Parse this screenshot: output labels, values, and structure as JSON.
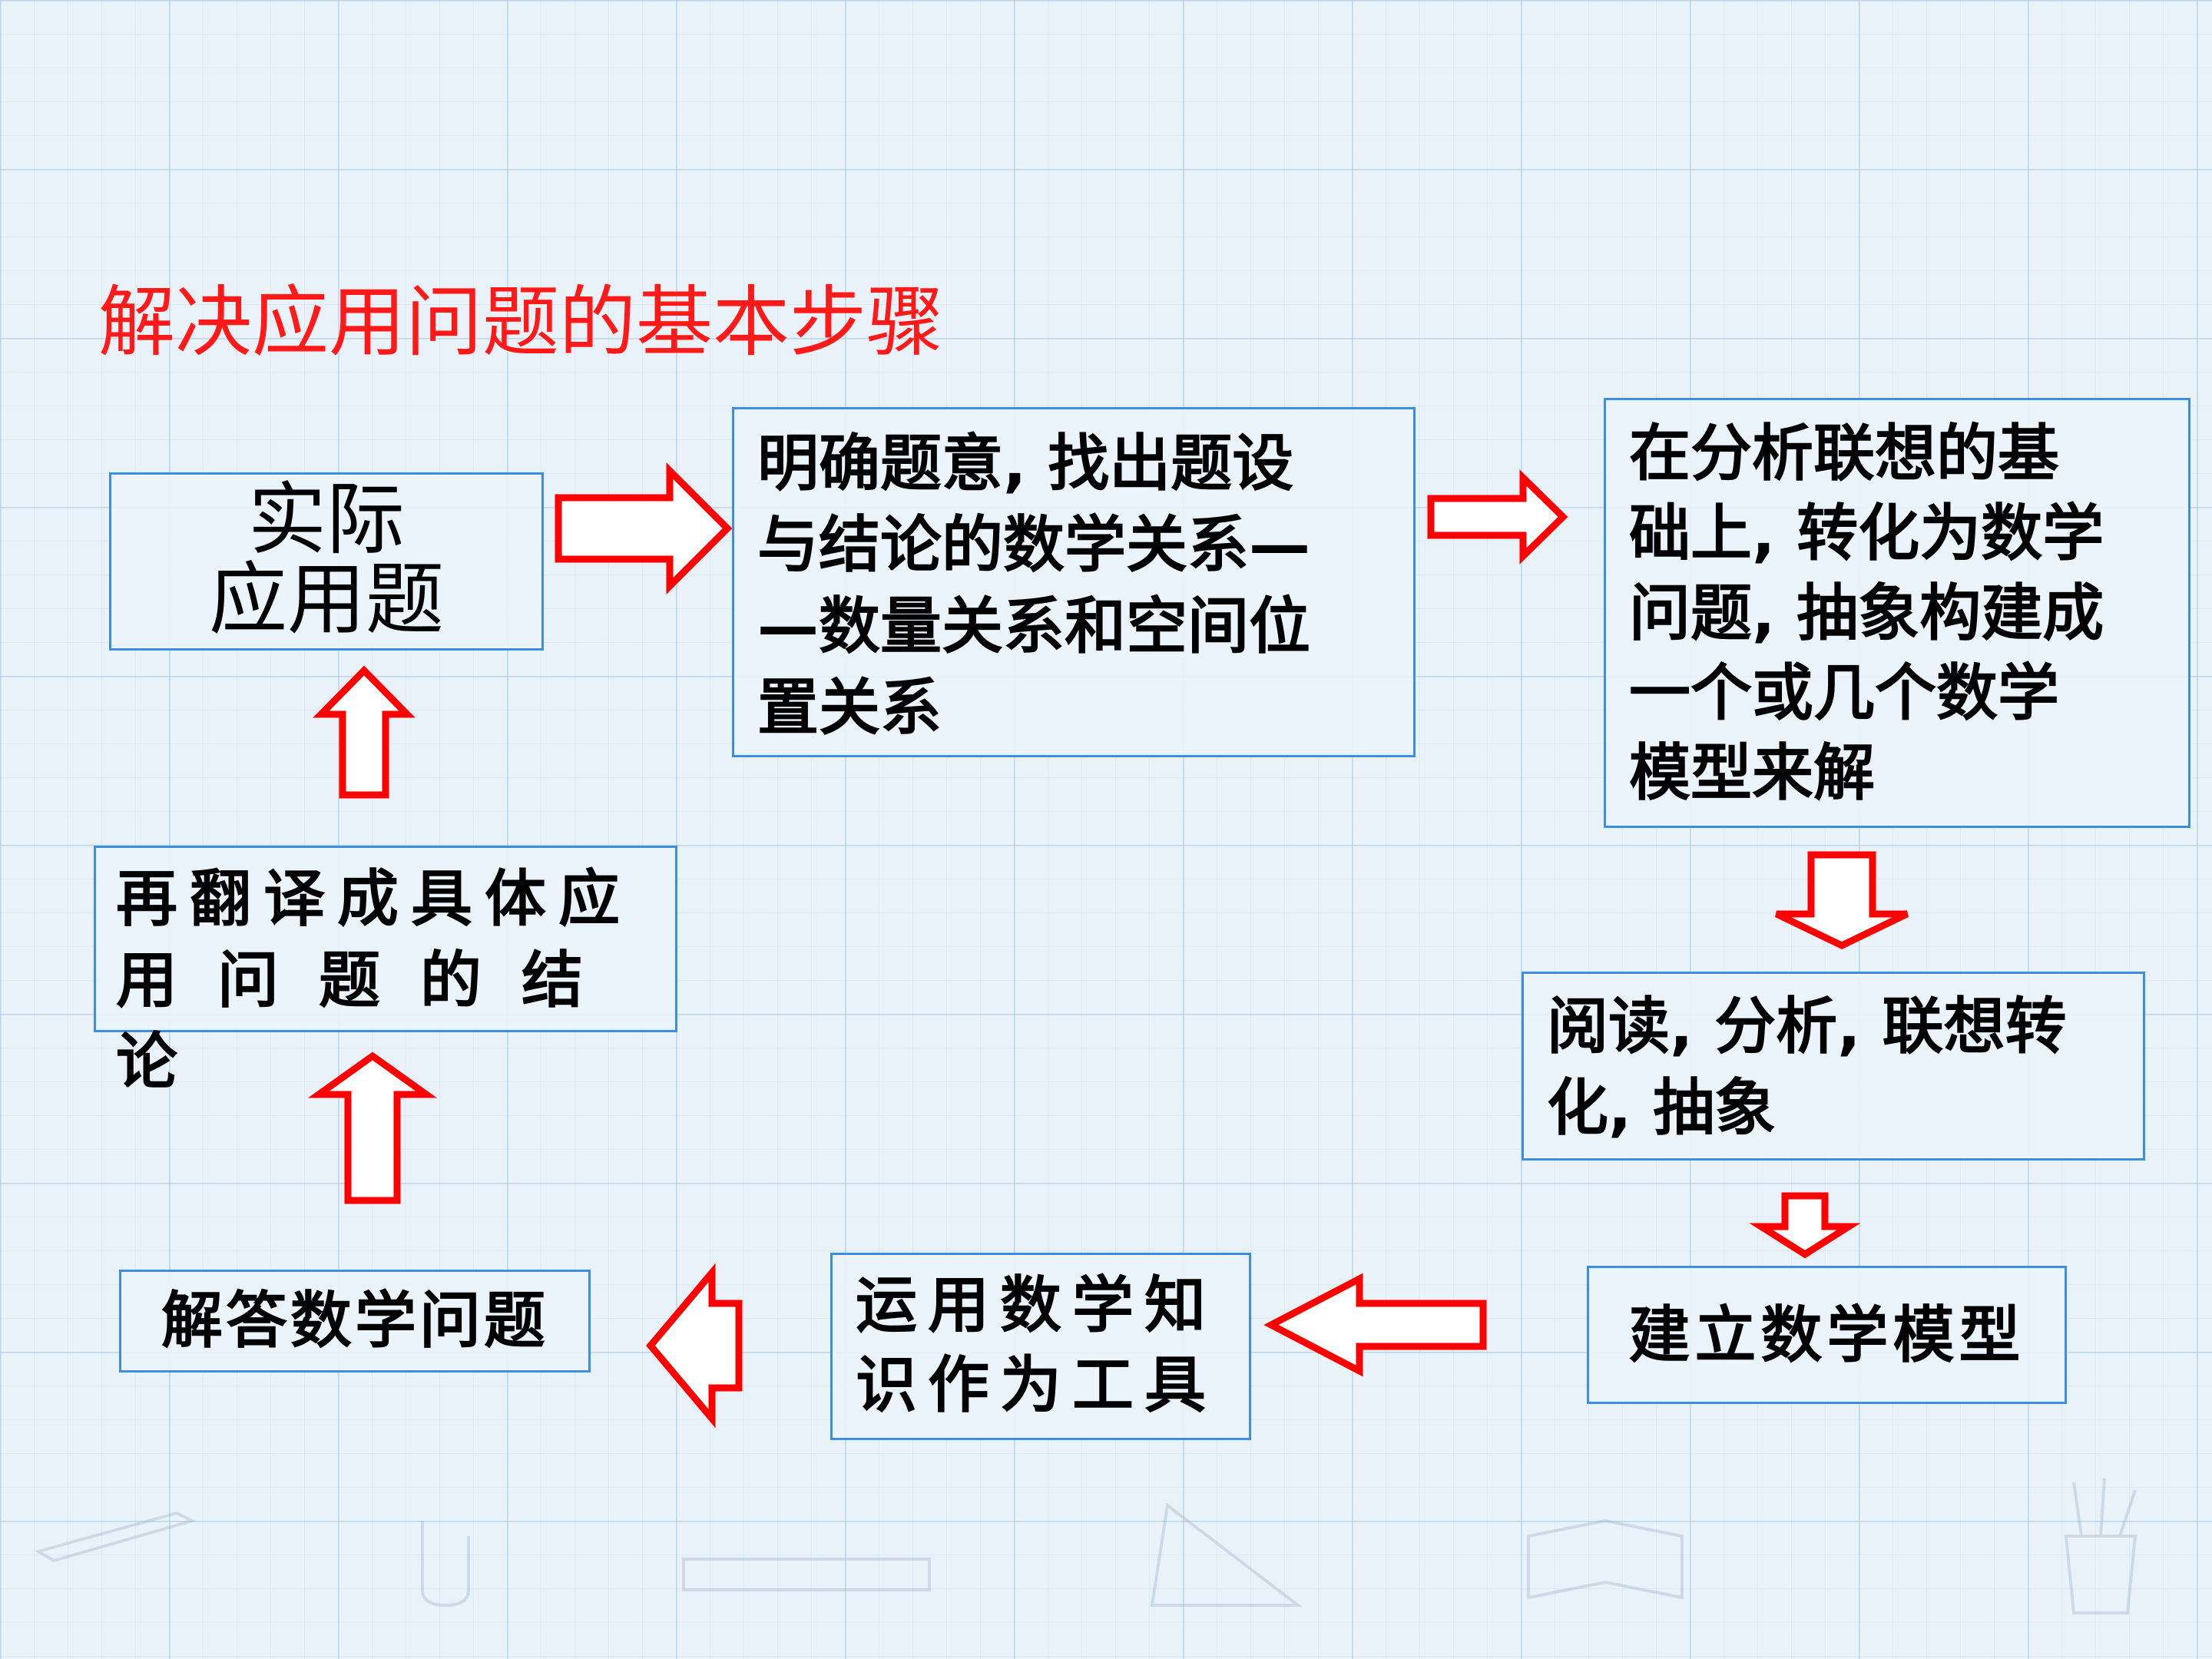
{
  "title": "解决应用问题的基本步骤",
  "boxes": {
    "actual_problem": {
      "line1": "实际",
      "line2": "应用题"
    },
    "clarify": {
      "line1": "明确题意, 找出题设",
      "line2": "与结论的数学关系—",
      "line3": "—数量关系和空间位",
      "line4": "置关系"
    },
    "transform": {
      "line1": "在分析联想的基",
      "line2": "础上, 转化为数学",
      "line3": "问题, 抽象构建成",
      "line4": "一个或几个数学",
      "line5": "模型来解"
    },
    "read": {
      "line1": "阅读, 分析, 联想转",
      "line2": "化, 抽象"
    },
    "build_model": {
      "text": "建立数学模型"
    },
    "use_knowledge": {
      "line1": "运用数学知",
      "line2": "识作为工具"
    },
    "solve": {
      "text": "解答数学问题"
    },
    "translate": {
      "line1": "再翻译成具体应",
      "line2": "用问题的结论"
    }
  },
  "colors": {
    "title": "#ff1a1a",
    "box_border": "#3d8ee0",
    "arrow_stroke": "#ff0000",
    "arrow_fill": "#ffffff"
  },
  "arrows": [
    {
      "name": "arrow-actual-to-clarify",
      "direction": "right"
    },
    {
      "name": "arrow-clarify-to-transform",
      "direction": "right"
    },
    {
      "name": "arrow-transform-to-read",
      "direction": "down"
    },
    {
      "name": "arrow-read-to-model",
      "direction": "down"
    },
    {
      "name": "arrow-model-to-knowledge",
      "direction": "left"
    },
    {
      "name": "arrow-knowledge-to-solve",
      "direction": "left"
    },
    {
      "name": "arrow-solve-to-translate",
      "direction": "up"
    },
    {
      "name": "arrow-translate-to-actual",
      "direction": "up"
    }
  ]
}
